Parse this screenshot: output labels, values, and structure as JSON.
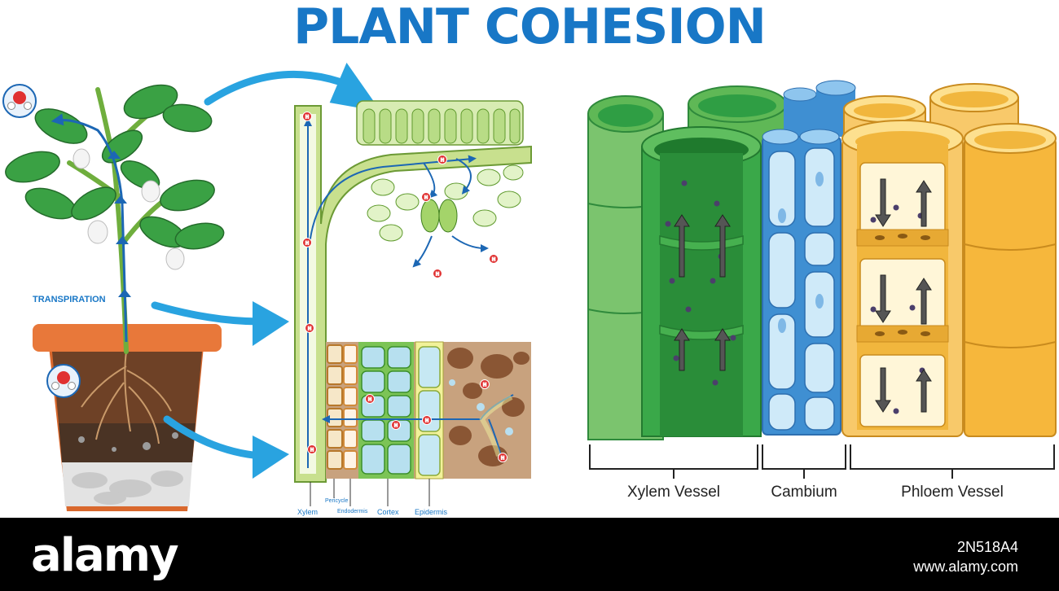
{
  "title": "PLANT COHESION",
  "left_labels": {
    "transpiration": "TRANSPIRATION",
    "xylem": "Xylem",
    "pericycle": "Pericycle",
    "endodermis": "Endodermis",
    "cortex": "Cortex",
    "epidermis": "Epidermis"
  },
  "molecule_letter": "H",
  "right_labels": {
    "xylem_vessel": "Xylem Vessel",
    "cambium": "Cambium",
    "phloem_vessel": "Phloem Vessel"
  },
  "colors": {
    "title": "#1877c6",
    "arrow_blue": "#29a3e0",
    "xylem_green": "#2f9e44",
    "cambium_blue": "#3f8fd2",
    "phloem_yellow": "#f6b73c",
    "pot": "#d9682d",
    "leaf": "#3aa144"
  },
  "footer": {
    "brand": "alamy",
    "stock_id": "2N518A4",
    "url": "www.alamy.com"
  }
}
